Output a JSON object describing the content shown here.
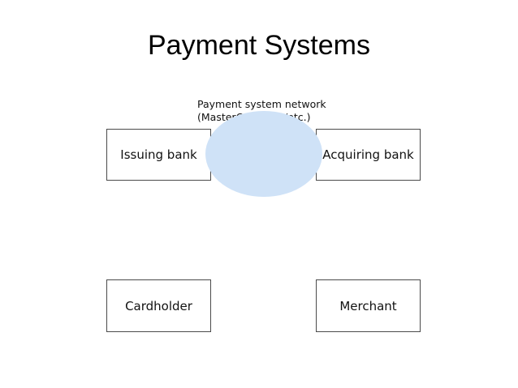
{
  "slide": {
    "title": "Payment Systems"
  },
  "diagram": {
    "network": {
      "label_line1": "Payment system network",
      "label_line2": "(MasterCard/Visa/etc.)",
      "fill_color": "#cfe2f7"
    },
    "nodes": {
      "issuing_bank": "Issuing bank",
      "acquiring_bank": "Acquiring bank",
      "cardholder": "Cardholder",
      "merchant": "Merchant"
    }
  }
}
